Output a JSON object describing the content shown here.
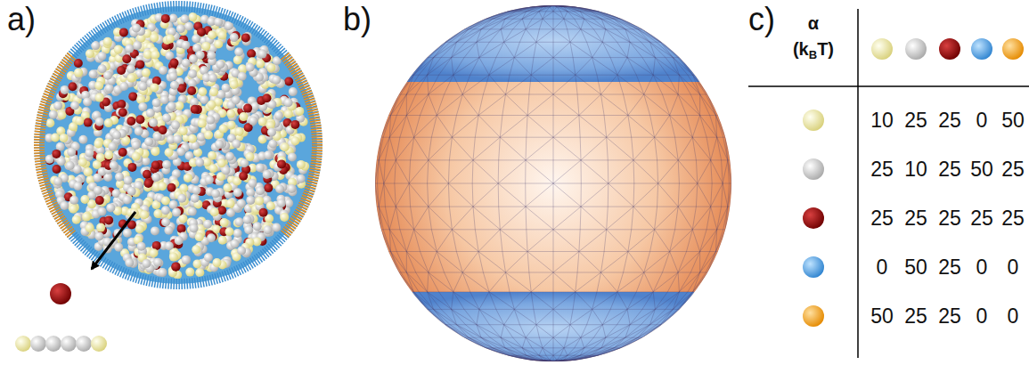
{
  "diagram": {
    "labels": [
      "a)",
      "b)",
      "c)",
      "α",
      "(k",
      "B",
      "T)",
      "10",
      "25",
      "25",
      "0",
      "50",
      "25",
      "10",
      "25",
      "50",
      "25",
      "25",
      "25",
      "25",
      "25",
      "25",
      "0",
      "50",
      "25",
      "0",
      "0",
      "50",
      "25",
      "25",
      "0",
      "0"
    ]
  }
}
